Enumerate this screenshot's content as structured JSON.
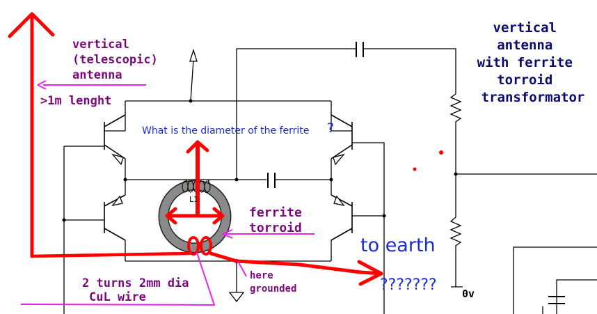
{
  "labels": {
    "telescopic_antenna": [
      "vertical",
      "(telescopic)",
      "antenna"
    ],
    "length": ">1m lenght",
    "right_title": [
      "vertical",
      "antenna",
      "with ferrite",
      "torroid",
      "transformator"
    ],
    "question": "What is the diameter of the ferrite",
    "question_mark": "?",
    "coil_label": "L1",
    "ferrite": [
      "ferrite",
      "torroid"
    ],
    "to_earth": "to earth",
    "unknown": "???????",
    "here_grounded": [
      "here",
      "grounded"
    ],
    "wire": [
      "2 turns 2mm dia",
      "CuL wire"
    ],
    "ground_volt": "0v"
  },
  "colors": {
    "circuit": "#000000",
    "annotation_red": "#ff0000",
    "magenta": "#ee22ee",
    "purple_text": "#7a0a7a",
    "navy_text": "#0a0a6e",
    "blue_text": "#1a2ad8",
    "toroid_gray": "#8a8a8a"
  }
}
